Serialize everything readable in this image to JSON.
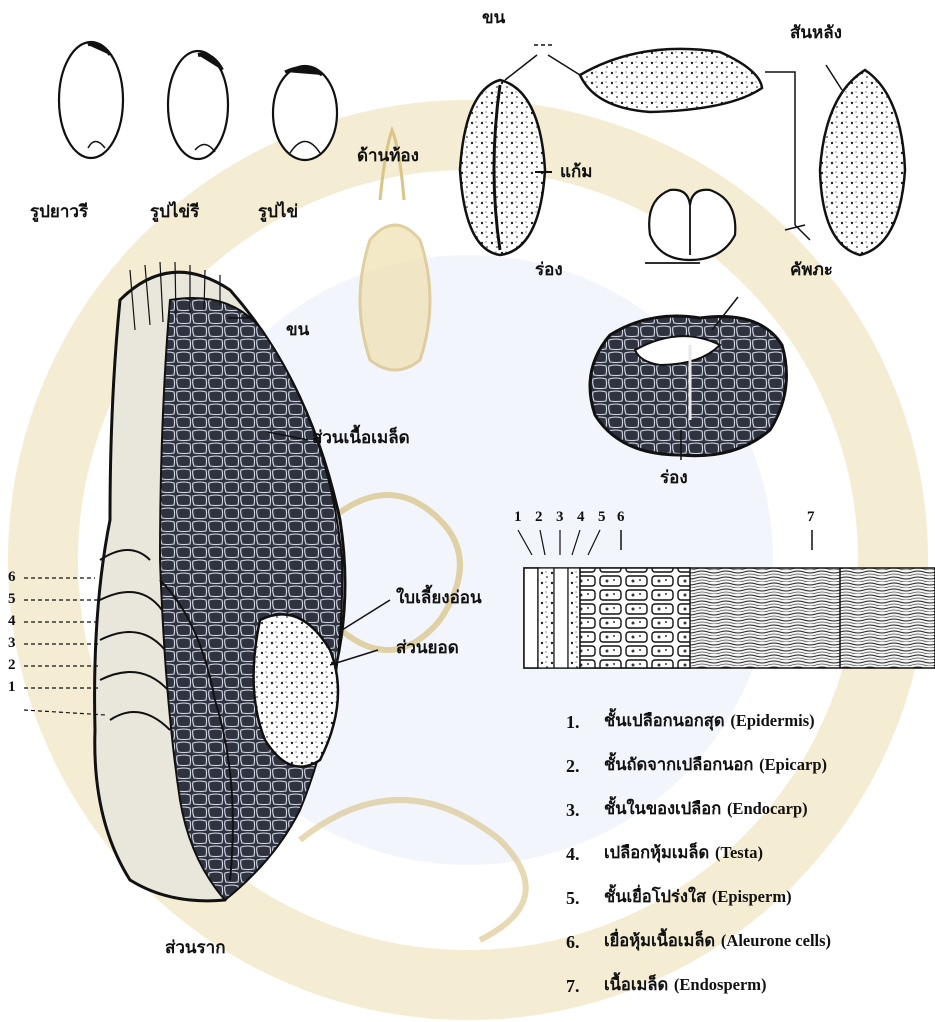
{
  "colors": {
    "ink": "#111111",
    "watermark_gold": "#c9a84c",
    "watermark_blue": "#8fa0d8"
  },
  "shape_labels": {
    "elongated": "รูปยาวรี",
    "ovate": "รูปไข่รี",
    "egg": "รูปไข่"
  },
  "grain_labels": {
    "hair": "ขน",
    "back": "สันหลัง",
    "belly": "ด้านท้อง",
    "cheek": "แก้ม",
    "groove": "ร่อง",
    "embryo": "คัพภะ",
    "groove_cross": "ร่อง"
  },
  "section_labels": {
    "hair": "ขน",
    "endosperm_part": "ส่วนเนื้อเมล็ด",
    "young_leaf": "ใบเลี้ยงอ่อน",
    "shoot": "ส่วนยอด",
    "root": "ส่วนราก"
  },
  "layer_numbers_left": [
    "6",
    "5",
    "4",
    "3",
    "2",
    "1"
  ],
  "layer_numbers_top": [
    "1",
    "2",
    "3",
    "4",
    "5",
    "6",
    "7"
  ],
  "legend": [
    {
      "n": "1.",
      "th": "ชั้นเปลือกนอกสุด",
      "en": "(Epidermis)"
    },
    {
      "n": "2.",
      "th": "ชั้นถัดจากเปลือกนอก",
      "en": "(Epicarp)"
    },
    {
      "n": "3.",
      "th": "ชั้นในของเปลือก",
      "en": "(Endocarp)"
    },
    {
      "n": "4.",
      "th": "เปลือกหุ้มเมล็ด",
      "en": "(Testa)"
    },
    {
      "n": "5.",
      "th": "ชั้นเยื่อโปร่งใส",
      "en": "(Episperm)"
    },
    {
      "n": "6.",
      "th": "เยื่อหุ้มเนื้อเมล็ด",
      "en": "(Aleurone cells)"
    },
    {
      "n": "7.",
      "th": "เนื้อเมล็ด",
      "en": "(Endosperm)"
    }
  ]
}
